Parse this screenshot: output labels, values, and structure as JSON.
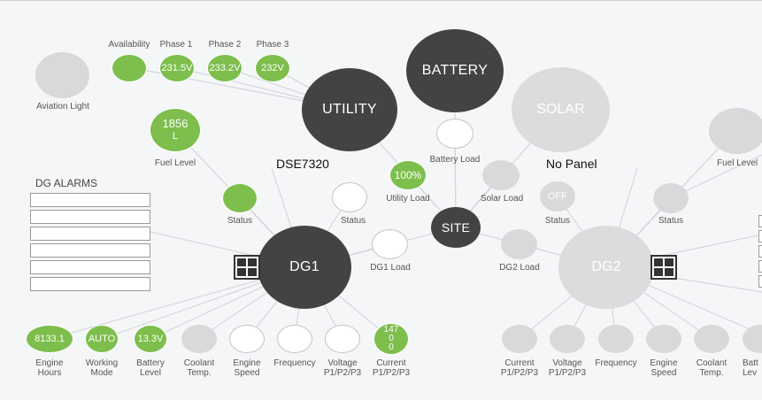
{
  "site": {
    "label": "SITE",
    "utility": "UTILITY",
    "battery": "BATTERY",
    "solar": "SOLAR"
  },
  "utility_metrics": [
    {
      "label": "Availability",
      "value": ""
    },
    {
      "label": "Phase 1",
      "value": "231.5V"
    },
    {
      "label": "Phase 2",
      "value": "233.2V"
    },
    {
      "label": "Phase 3",
      "value": "232V"
    }
  ],
  "aviation_light": "Aviation Light",
  "battery_load": "Battery Load",
  "solar_load": "Solar Load",
  "utility_load": {
    "label": "Utility Load",
    "value": "100%"
  },
  "dg1": {
    "name": "DG1",
    "controller": "DSE7320",
    "fuel_level": {
      "value_line1": "1856",
      "value_line2": "L",
      "label": "Fuel Level"
    },
    "status_label": "Status",
    "status2_label": "Status",
    "load_label": "DG1 Load",
    "metrics": [
      {
        "label1": "Engine",
        "label2": "Hours",
        "value": "8133.1",
        "state": "green"
      },
      {
        "label1": "Working",
        "label2": "Mode",
        "value": "AUTO",
        "state": "green"
      },
      {
        "label1": "Battery",
        "label2": "Level",
        "value": "13.3V",
        "state": "green"
      },
      {
        "label1": "Coolant",
        "label2": "Temp.",
        "value": "",
        "state": "gray"
      },
      {
        "label1": "Engine",
        "label2": "Speed",
        "value": "",
        "state": "white"
      },
      {
        "label1": "Frequency",
        "label2": "",
        "value": "",
        "state": "white"
      },
      {
        "label1": "Voltage",
        "label2": "P1/P2/P3",
        "value": "",
        "state": "white"
      },
      {
        "label1": "Current",
        "label2": "P1/P2/P3",
        "value": "147\n0\n0",
        "state": "green"
      }
    ]
  },
  "dg2": {
    "name": "DG2",
    "controller": "No Panel",
    "fuel_level_label": "Fuel Level",
    "status_label": "Status",
    "status_off_label": "Status",
    "status_off_value": "OFF",
    "load_label": "DG2 Load",
    "metrics": [
      {
        "label1": "Current",
        "label2": "P1/P2/P3"
      },
      {
        "label1": "Voltage",
        "label2": "P1/P2/P3"
      },
      {
        "label1": "Frequency",
        "label2": ""
      },
      {
        "label1": "Engine",
        "label2": "Speed"
      },
      {
        "label1": "Coolant",
        "label2": "Temp."
      },
      {
        "label1": "Batt",
        "label2": "Lev"
      }
    ]
  },
  "alarms": {
    "title": "DG ALARMS",
    "rows": [
      "",
      "",
      "",
      "",
      "",
      ""
    ]
  },
  "colors": {
    "green": "#7dbe4c",
    "dark_node": "#434343",
    "inactive_node": "#dcdcdf",
    "line": "#d2d2d6"
  },
  "icons": {
    "panel": "grid-window-icon"
  }
}
